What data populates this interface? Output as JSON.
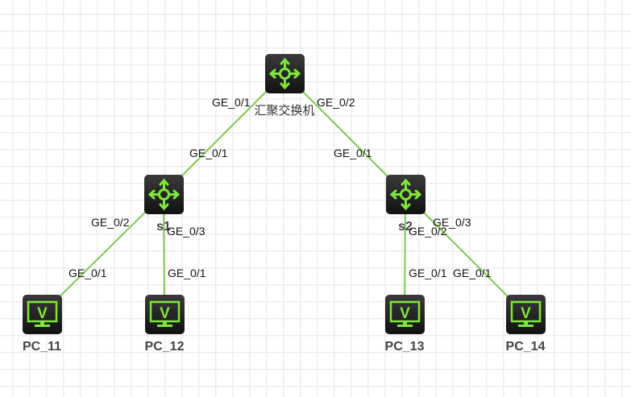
{
  "colors": {
    "link": "#7dc94a",
    "icon": "#7ee73a"
  },
  "devices": [
    {
      "id": "core",
      "name": "汇聚交换机",
      "type": "switch",
      "icon": "switch-icon"
    },
    {
      "id": "s1",
      "name": "s1",
      "type": "switch",
      "icon": "switch-icon"
    },
    {
      "id": "s2",
      "name": "s2",
      "type": "switch",
      "icon": "switch-icon"
    },
    {
      "id": "pc11",
      "name": "PC_11",
      "type": "pc",
      "icon": "pc-icon"
    },
    {
      "id": "pc12",
      "name": "PC_12",
      "type": "pc",
      "icon": "pc-icon"
    },
    {
      "id": "pc13",
      "name": "PC_13",
      "type": "pc",
      "icon": "pc-icon"
    },
    {
      "id": "pc14",
      "name": "PC_14",
      "type": "pc",
      "icon": "pc-icon"
    }
  ],
  "links": [
    {
      "from": "core",
      "from_port": "GE_0/1",
      "to": "s1",
      "to_port": "GE_0/1"
    },
    {
      "from": "core",
      "from_port": "GE_0/2",
      "to": "s2",
      "to_port": "GE_0/1"
    },
    {
      "from": "s1",
      "from_port": "GE_0/2",
      "to": "pc11",
      "to_port": "GE_0/1"
    },
    {
      "from": "s1",
      "from_port": "GE_0/3",
      "to": "pc12",
      "to_port": "GE_0/1"
    },
    {
      "from": "s2",
      "from_port": "GE_0/2",
      "to": "pc13",
      "to_port": "GE_0/1"
    },
    {
      "from": "s2",
      "from_port": "GE_0/3",
      "to": "pc14",
      "to_port": "GE_0/1"
    }
  ]
}
